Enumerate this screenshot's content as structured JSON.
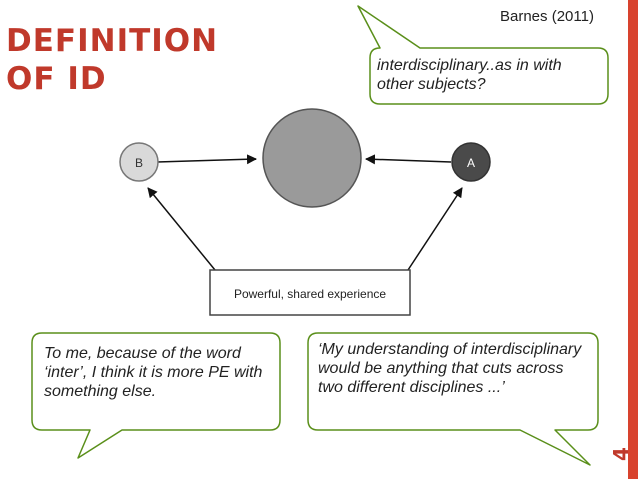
{
  "slide": {
    "title_line1": "DEFINITION",
    "title_line2": "OF ID",
    "citation": "Barnes (2011)",
    "slide_number": "4",
    "accent_color": "#c0392b"
  },
  "diagram": {
    "node_b_label": "B",
    "node_a_label": "A",
    "center_box_label": "Powerful, shared experience"
  },
  "bubbles": {
    "top_right": "interdisciplinary..as in with other subjects?",
    "bottom_left": "To me, because of the word ‘inter’, I think it is more PE with something else.",
    "bottom_right": "‘My understanding of interdisciplinary would be anything that cuts across two different disciplines ...’"
  }
}
